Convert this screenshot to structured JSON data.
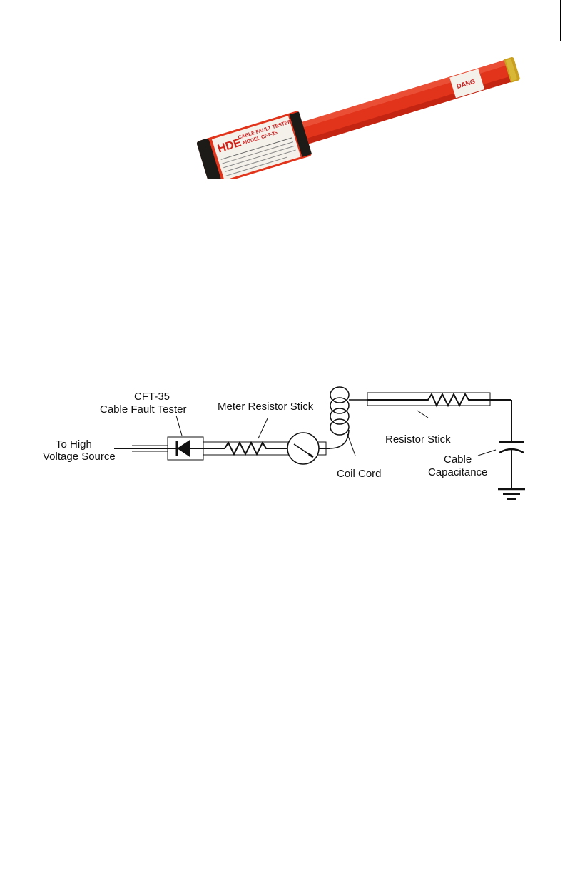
{
  "product_photo": {
    "brand": "HDE",
    "label_lines": [
      "CABLE FAULT TESTER",
      "MODEL CFT-35"
    ]
  },
  "diagram": {
    "labels": {
      "tester_line1": "CFT-35",
      "tester_line2": "Cable Fault Tester",
      "source_line1": "To High",
      "source_line2": "Voltage Source",
      "meter_stick": "Meter Resistor Stick",
      "resistor_stick": "Resistor Stick",
      "coil_cord": "Coil Cord",
      "cap_line1": "Cable",
      "cap_line2": "Capacitance"
    }
  },
  "colors": {
    "tube_red": "#e2331b",
    "tube_dark": "#b81f10",
    "cap_black": "#1d1b18",
    "brass": "#c9a020",
    "label_white": "#f4f1ea"
  }
}
